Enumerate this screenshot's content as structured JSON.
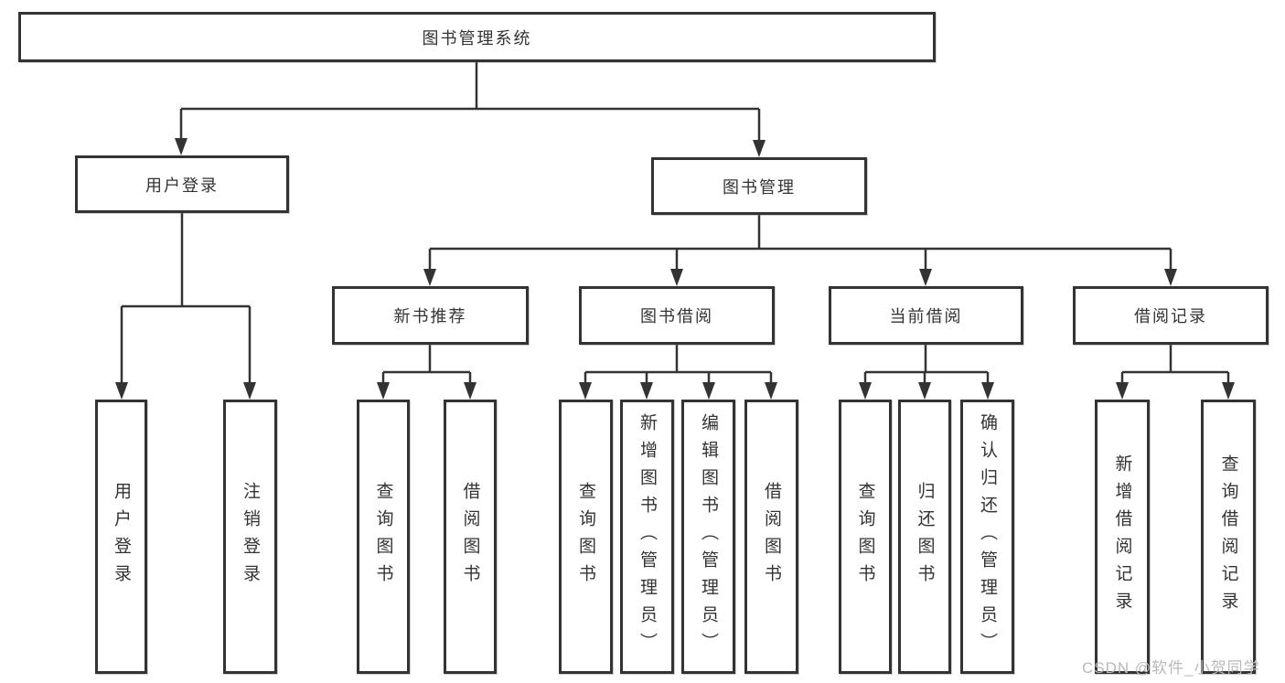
{
  "tree": {
    "root": "图书管理系统",
    "level2": {
      "user_login": "用户登录",
      "book_mgmt": "图书管理"
    },
    "level3": {
      "new_books": "新书推荐",
      "book_borrow": "图书借阅",
      "current_borrow": "当前借阅",
      "borrow_records": "借阅记录"
    },
    "leaves": {
      "user_login": [
        "用户登录",
        "注销登录"
      ],
      "new_books": [
        "查询图书",
        "借阅图书"
      ],
      "book_borrow": [
        "查询图书",
        "新增图书（管理员）",
        "编辑图书（管理员）",
        "借阅图书"
      ],
      "current_borrow": [
        "查询图书",
        "归还图书",
        "确认归还（管理员）"
      ],
      "borrow_records": [
        "新增借阅记录",
        "查询借阅记录"
      ]
    }
  },
  "watermark": "CSDN @软件_小贺同学",
  "colors": {
    "line": "#333333",
    "box_border": "#333333",
    "box_fill": "#ffffff",
    "text": "#333333",
    "watermark": "#b9b9b9",
    "background": "#ffffff"
  }
}
